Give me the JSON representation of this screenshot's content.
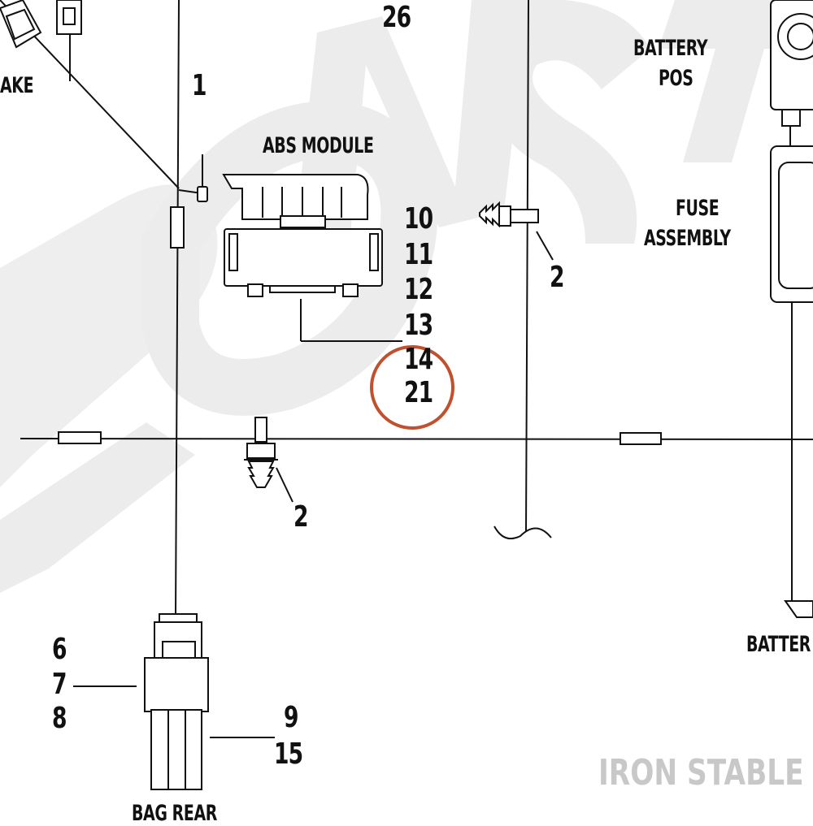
{
  "labels": {
    "top_num": "26",
    "brake_partial": "AKE",
    "callout_1": "1",
    "abs_module": "ABS MODULE",
    "battery_pos_line1": "BATTERY",
    "battery_pos_line2": "POS",
    "fuse_line1": "FUSE",
    "fuse_line2": "ASSEMBLY",
    "abs_callouts": [
      "10",
      "11",
      "12",
      "13",
      "14",
      "21"
    ],
    "clip_right": "2",
    "clip_center": "2",
    "connector_left_callouts": [
      "6",
      "7",
      "8"
    ],
    "connector_right_callouts": [
      "9",
      "15"
    ],
    "battery_partial": "BATTER",
    "bottom_partial": "BAG REAR"
  },
  "watermark": {
    "text": "IRON STABLE",
    "color": "#c8c8c8"
  },
  "colors": {
    "line": "#111111",
    "highlight_circle": "#c0502e",
    "background_watermark": "#ececec"
  },
  "highlight": {
    "target": "21"
  }
}
